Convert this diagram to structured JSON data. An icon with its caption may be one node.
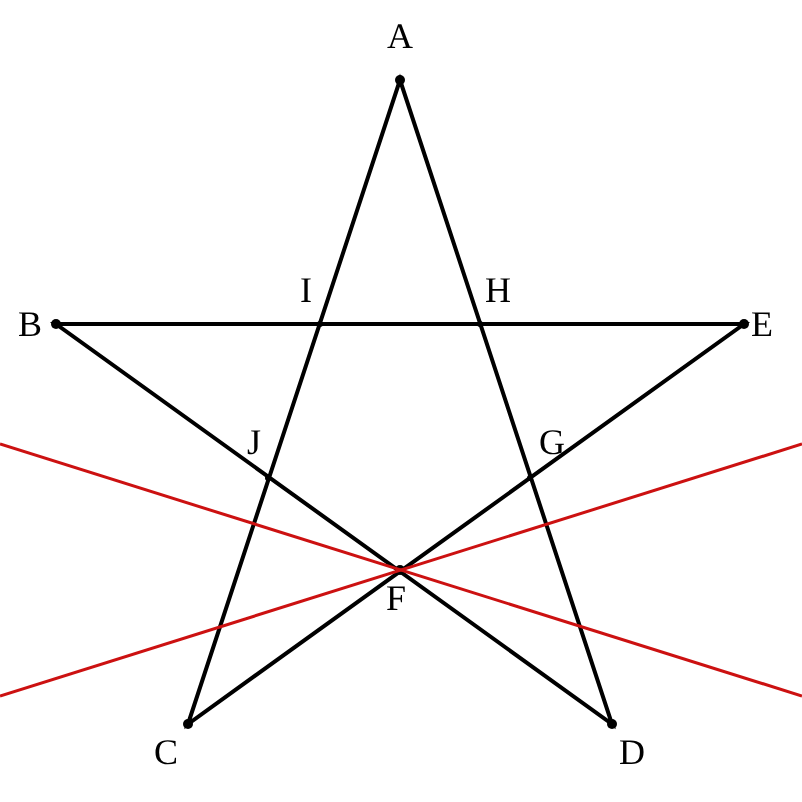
{
  "diagram": {
    "labels": [
      "A",
      "I",
      "H",
      "B",
      "E",
      "J",
      "G",
      "F",
      "C",
      "D"
    ]
  }
}
